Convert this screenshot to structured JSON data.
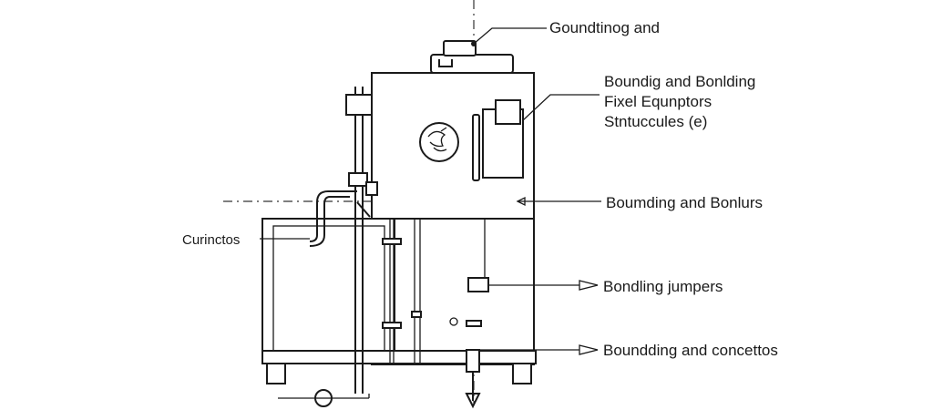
{
  "labels": {
    "grounding": "Goundtinog and",
    "bonding_fixed": [
      "Boundig and Bonlding",
      "Fixel Equnptors",
      "Stntuccules (e)"
    ],
    "bonding_bonlurs": "Boumding and Bonlurs",
    "connectors": "Curinctos",
    "jumpers": "Bondling jumpers",
    "concettos": "Boundding and concettos"
  },
  "colors": {
    "line": "#1a1a1a",
    "background": "#ffffff"
  },
  "icons": [
    "ground-symbol-icon",
    "arrow-icon",
    "dial-icon"
  ]
}
